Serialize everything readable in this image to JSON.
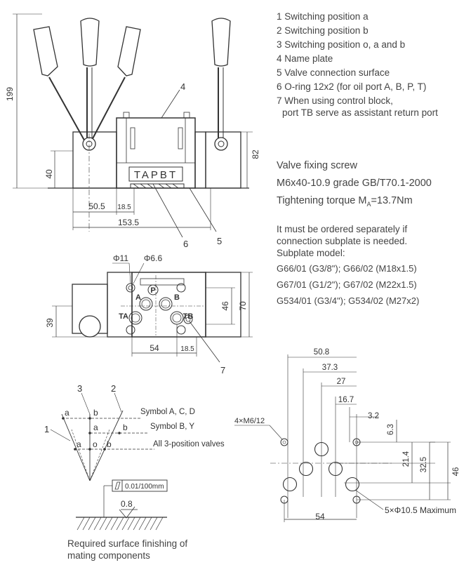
{
  "legend": [
    "1 Switching position a",
    "2 Switching position b",
    "3 Switching position o, a and b",
    "4 Name plate",
    "5 Valve connection surface",
    "6 O-ring 12x2 (for oil port A, B, P, T)",
    "7 When using control block,",
    "port TB serve as assistant return port"
  ],
  "screw": {
    "title": "Valve fixing screw",
    "grade": "M6x40-10.9 grade GB/T70.1-2000",
    "torque_prefix": "Tightening torque M",
    "torque_sub": "A",
    "torque_value": "=13.7Nm"
  },
  "order_note": [
    "It must be ordered separately if",
    "connection subplate is needed.",
    "Subplate model:"
  ],
  "subplates": [
    "G66/01 (G3/8\"); G66/02 (M18x1.5)",
    "G67/01 (G1/2\"); G67/02 (M22x1.5)",
    "G534/01 (G3/4\"); G534/02 (M27x2)"
  ],
  "surface_note": [
    "Required surface finishing of",
    "mating components"
  ],
  "front_view": {
    "dim_height": "199",
    "dim_base": "40",
    "dim_right": "82",
    "dim_50_5": "50.5",
    "dim_18_5": "18.5",
    "dim_153_5": "153.5",
    "ports": "TAPBT",
    "callout_4": "4",
    "callout_5": "5",
    "callout_6": "6"
  },
  "bottom_view": {
    "phi11": "Φ11",
    "phi66": "Φ6.6",
    "port_a": "A",
    "port_p": "P",
    "port_b": "B",
    "port_ta": "TA",
    "port_tb": "TB",
    "dim_46": "46",
    "dim_70": "70",
    "dim_39": "39",
    "dim_54": "54",
    "dim_18_5": "18.5",
    "callout_7": "7"
  },
  "symbols": {
    "label_3": "3",
    "label_2": "2",
    "label_1": "1",
    "a": "a",
    "b": "b",
    "o": "o",
    "row1": "Symbol A, C, D",
    "row2": "Symbol B, Y",
    "row3": "All 3-position valves"
  },
  "flatness": {
    "tolerance": "0.01/100mm",
    "roughness": "0.8"
  },
  "port_pattern": {
    "d50_8": "50.8",
    "d37_3": "37.3",
    "d27": "27",
    "d16_7": "16.7",
    "d3_2": "3.2",
    "d6_3": "6.3",
    "d21_4": "21.4",
    "d32_5": "32.5",
    "d46": "46",
    "d54": "54",
    "thread": "4×M6/12",
    "holes": "5×Φ10.5 Maximum"
  }
}
